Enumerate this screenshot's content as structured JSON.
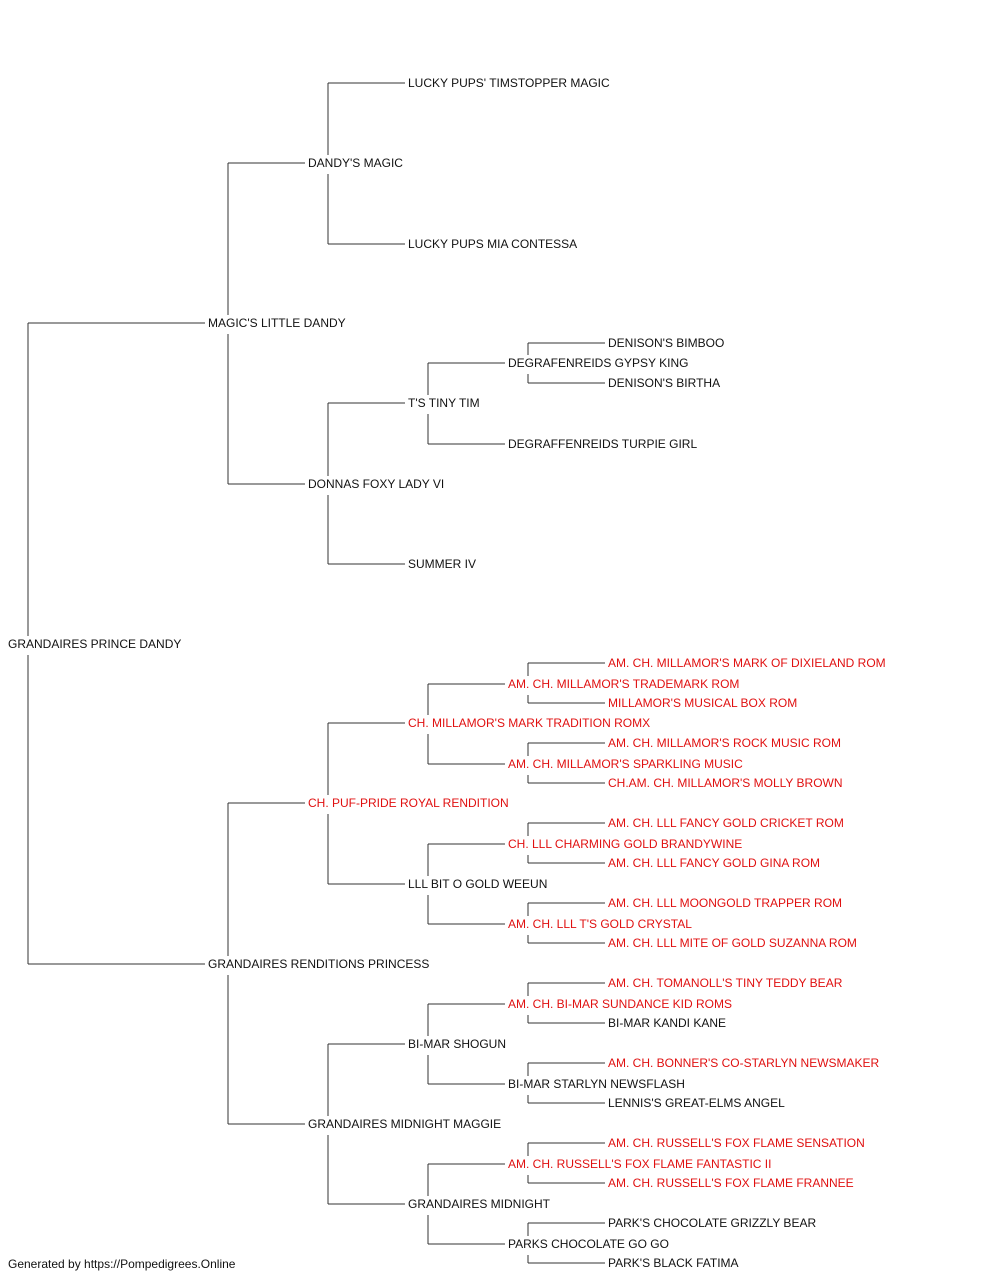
{
  "colors": {
    "text": "#111111",
    "champion": "#e01010",
    "lines": "#333333"
  },
  "pedigree": {
    "name": "GRANDAIRES PRINCE DANDY",
    "sire": {
      "name": "MAGIC'S LITTLE DANDY",
      "sire": {
        "name": "DANDY'S MAGIC",
        "sire": {
          "name": "LUCKY PUPS' TIMSTOPPER MAGIC"
        },
        "dam": {
          "name": "LUCKY PUPS MIA CONTESSA"
        }
      },
      "dam": {
        "name": "DONNAS FOXY LADY VI",
        "sire": {
          "name": "T'S TINY TIM",
          "sire": {
            "name": "DEGRAFENREIDS GYPSY KING",
            "sire": {
              "name": "DENISON'S BIMBOO"
            },
            "dam": {
              "name": "DENISON'S BIRTHA"
            }
          },
          "dam": {
            "name": "DEGRAFFENREIDS TURPIE GIRL"
          }
        },
        "dam": {
          "name": "SUMMER IV"
        }
      }
    },
    "dam": {
      "name": "GRANDAIRES RENDITIONS PRINCESS",
      "sire": {
        "name": "CH. PUF-PRIDE ROYAL RENDITION",
        "champion": true,
        "sire": {
          "name": "CH. MILLAMOR'S MARK TRADITION ROMX",
          "champion": true,
          "sire": {
            "name": "AM. CH. MILLAMOR'S TRADEMARK ROM",
            "champion": true,
            "sire": {
              "name": "AM. CH. MILLAMOR'S MARK OF DIXIELAND ROM",
              "champion": true
            },
            "dam": {
              "name": "MILLAMOR'S MUSICAL BOX ROM",
              "champion": true
            }
          },
          "dam": {
            "name": "AM. CH. MILLAMOR'S SPARKLING MUSIC",
            "champion": true,
            "sire": {
              "name": "AM. CH. MILLAMOR'S ROCK MUSIC ROM",
              "champion": true
            },
            "dam": {
              "name": "CH.AM. CH. MILLAMOR'S MOLLY BROWN",
              "champion": true
            }
          }
        },
        "dam": {
          "name": "LLL BIT O GOLD WEEUN",
          "sire": {
            "name": "CH. LLL CHARMING GOLD BRANDYWINE",
            "champion": true,
            "sire": {
              "name": "AM. CH. LLL FANCY GOLD CRICKET ROM",
              "champion": true
            },
            "dam": {
              "name": "AM. CH. LLL FANCY GOLD GINA ROM",
              "champion": true
            }
          },
          "dam": {
            "name": "AM. CH. LLL T'S GOLD CRYSTAL",
            "champion": true,
            "sire": {
              "name": "AM. CH. LLL MOONGOLD TRAPPER ROM",
              "champion": true
            },
            "dam": {
              "name": "AM. CH. LLL MITE OF GOLD SUZANNA ROM",
              "champion": true
            }
          }
        }
      },
      "dam": {
        "name": "GRANDAIRES MIDNIGHT MAGGIE",
        "sire": {
          "name": "BI-MAR SHOGUN",
          "sire": {
            "name": "AM. CH. BI-MAR SUNDANCE KID ROMS",
            "champion": true,
            "sire": {
              "name": "AM. CH. TOMANOLL'S TINY TEDDY BEAR",
              "champion": true
            },
            "dam": {
              "name": "BI-MAR KANDI KANE"
            }
          },
          "dam": {
            "name": "BI-MAR STARLYN NEWSFLASH",
            "sire": {
              "name": "AM. CH. BONNER'S CO-STARLYN NEWSMAKER",
              "champion": true
            },
            "dam": {
              "name": "LENNIS'S GREAT-ELMS ANGEL"
            }
          }
        },
        "dam": {
          "name": "GRANDAIRES MIDNIGHT",
          "sire": {
            "name": "AM. CH. RUSSELL'S FOX FLAME FANTASTIC II",
            "champion": true,
            "sire": {
              "name": "AM. CH. RUSSELL'S FOX FLAME SENSATION",
              "champion": true
            },
            "dam": {
              "name": "AM. CH. RUSSELL'S FOX FLAME FRANNEE",
              "champion": true
            }
          },
          "dam": {
            "name": "PARKS CHOCOLATE GO GO",
            "sire": {
              "name": "PARK'S CHOCOLATE GRIZZLY BEAR"
            },
            "dam": {
              "name": "PARK'S BLACK FATIMA"
            }
          }
        }
      }
    }
  },
  "footer": "Generated by https://Pompedigrees.Online"
}
